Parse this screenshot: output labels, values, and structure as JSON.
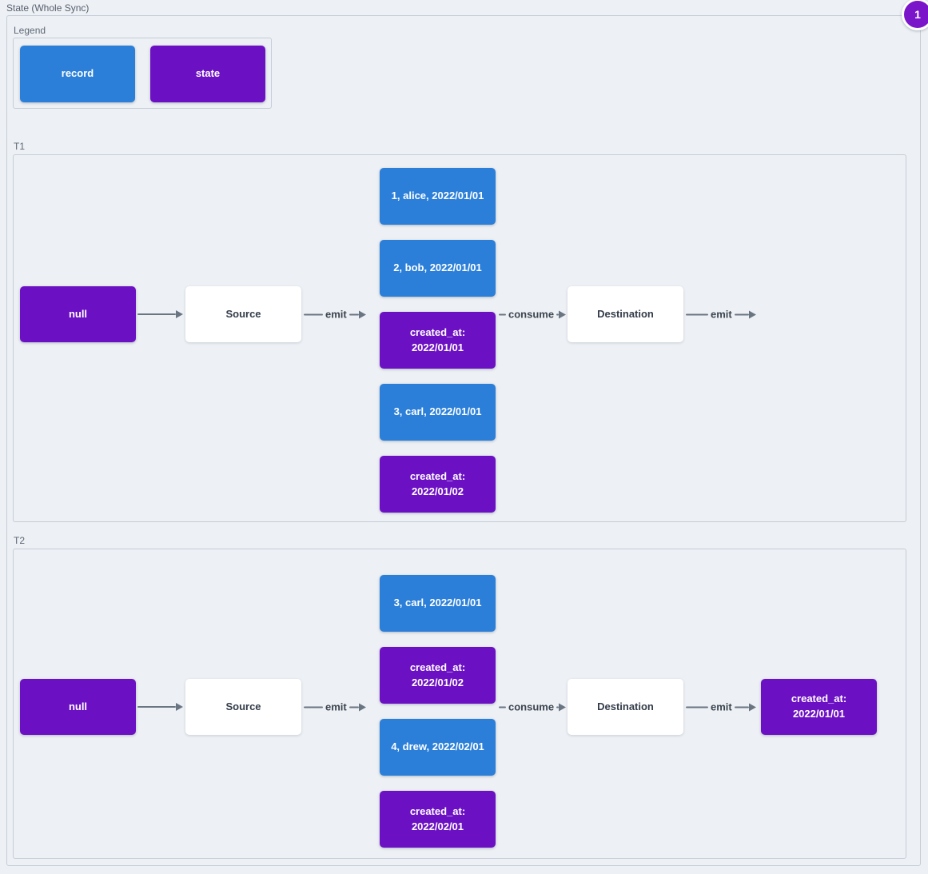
{
  "title": "State (Whole Sync)",
  "badge": {
    "number": "1"
  },
  "colors": {
    "record": "#2b7fd9",
    "state": "#6c10c4",
    "badge": "#7a15c9",
    "arrow": "#6a7582"
  },
  "legend": {
    "title": "Legend",
    "items": [
      {
        "type": "record",
        "label": "record"
      },
      {
        "type": "state",
        "label": "state"
      }
    ]
  },
  "sections": [
    {
      "label": "T1",
      "input_state": "null",
      "source_label": "Source",
      "emit_label": "emit",
      "consume_label": "consume",
      "destination_label": "Destination",
      "output_emit_label": "emit",
      "messages": [
        {
          "type": "record",
          "text": "1, alice, 2022/01/01"
        },
        {
          "type": "record",
          "text": "2, bob, 2022/01/01"
        },
        {
          "type": "state",
          "text": "created_at: 2022/01/01"
        },
        {
          "type": "record",
          "text": "3, carl, 2022/01/01"
        },
        {
          "type": "state",
          "text": "created_at: 2022/01/02"
        }
      ]
    },
    {
      "label": "T2",
      "input_state": "null",
      "source_label": "Source",
      "emit_label": "emit",
      "consume_label": "consume",
      "destination_label": "Destination",
      "output_emit_label": "emit",
      "messages": [
        {
          "type": "record",
          "text": "3, carl, 2022/01/01"
        },
        {
          "type": "state",
          "text": "created_at: 2022/01/02"
        },
        {
          "type": "record",
          "text": "4, drew, 2022/02/01"
        },
        {
          "type": "state",
          "text": "created_at: 2022/02/01"
        }
      ],
      "output_state": {
        "type": "state",
        "text": "created_at: 2022/01/01"
      }
    }
  ]
}
